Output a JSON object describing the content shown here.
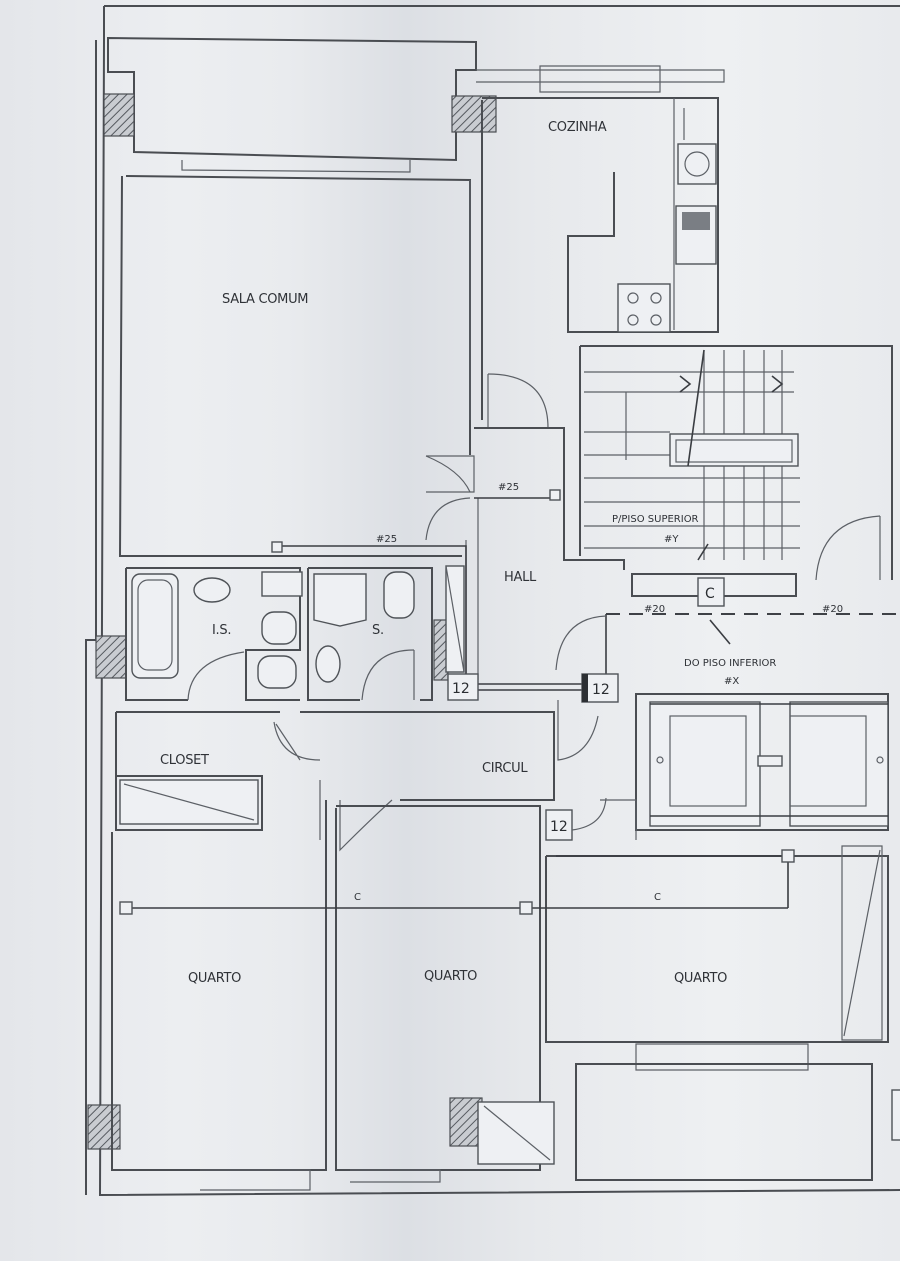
{
  "rooms": {
    "cozinha": "COZINHA",
    "sala": "SALA COMUM",
    "hall": "HALL",
    "is": "I.S.",
    "s": "S.",
    "closet": "CLOSET",
    "circul": "CIRCUL",
    "quarto_left": "QUARTO",
    "quarto_mid": "QUARTO",
    "quarto_right": "QUARTO"
  },
  "annotations": {
    "piso_superior": "P/PISO SUPERIOR",
    "piso_superior_code": "#Y",
    "piso_inferior": "DO PISO INFERIOR",
    "piso_inferior_code": "#X",
    "pipe_hall": "#25",
    "pipe_bath": "#25",
    "pipe_landing_left": "#20",
    "pipe_landing_right": "#20",
    "c_left": "C",
    "c_right": "C",
    "c_box": "C",
    "box_12_a": "12",
    "box_12_b": "12",
    "box_12_c": "12"
  }
}
